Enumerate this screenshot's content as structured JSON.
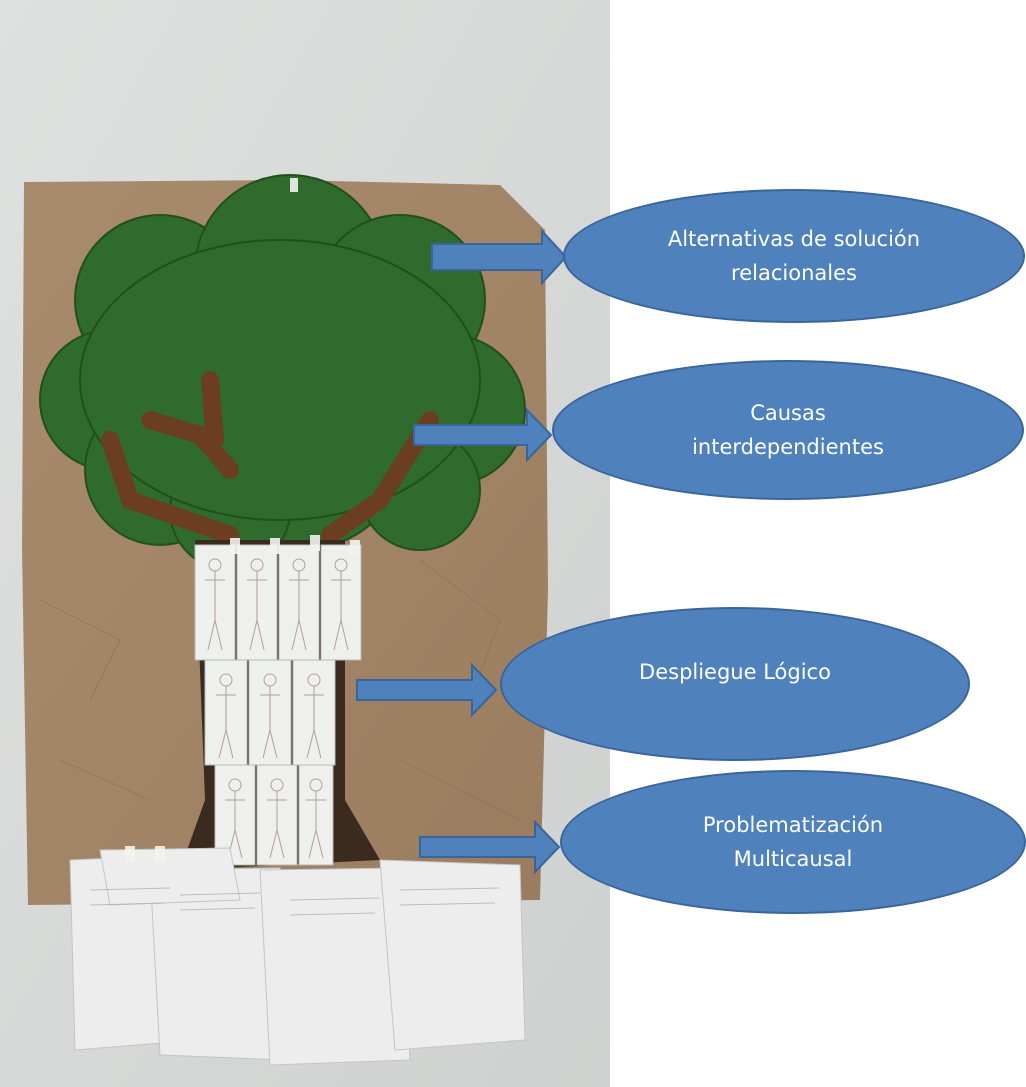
{
  "labels": {
    "solutions": "Alternativas de solución relacionales",
    "causes": "Causas interdependientes",
    "unfolding": "Despliegue Lógico",
    "problem": "Problematización Multicausal"
  },
  "colors": {
    "ellipse_fill": "#4f81bd",
    "ellipse_border": "#3a659a",
    "text": "#ffffff"
  }
}
